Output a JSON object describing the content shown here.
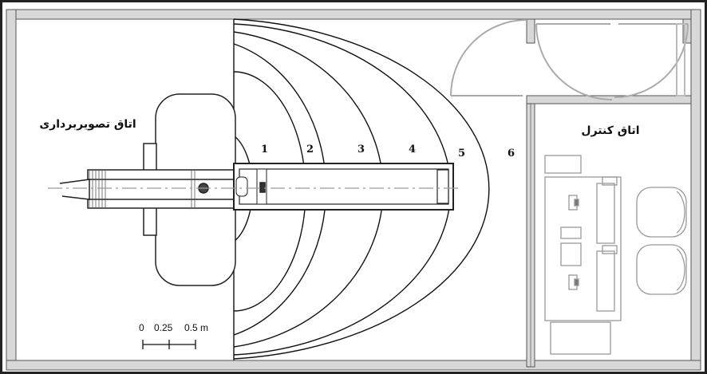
{
  "rooms": {
    "imaging_room": "اتاق تصویربرداری",
    "control_room": "اتاق کنترل"
  },
  "dose_contours": {
    "labels": [
      "1",
      "2",
      "3",
      "4",
      "5",
      "6"
    ]
  },
  "scale_bar": {
    "ticks": [
      "0",
      "0.25",
      "0.5 m"
    ]
  }
}
